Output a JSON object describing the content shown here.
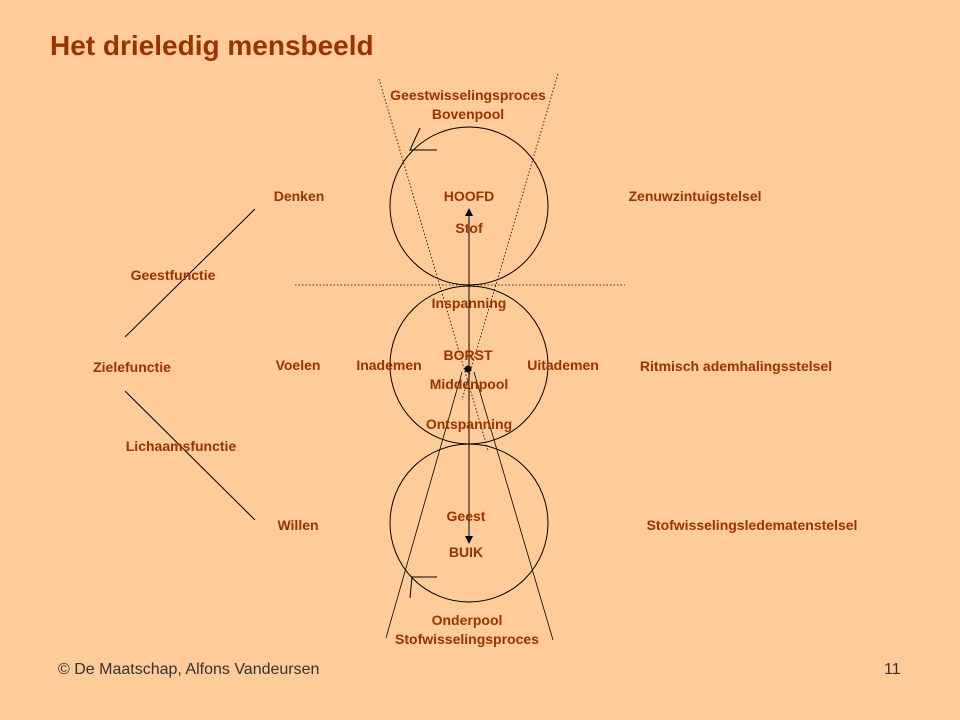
{
  "title": "Het drieledig mensbeeld",
  "labels": {
    "top_process": "Geestwisselingsproces",
    "top_pole": "Bovenpool",
    "denken": "Denken",
    "hoofd": "HOOFD",
    "zenuw": "Zenuwzintuigstelsel",
    "stof": "Stof",
    "geestfunctie": "Geestfunctie",
    "inspanning": "Inspanning",
    "zielefunctie": "Zielefunctie",
    "voelen": "Voelen",
    "inademen": "Inademen",
    "borst": "BORST",
    "uitademen": "Uitademen",
    "ritmisch": "Ritmisch ademhalingsstelsel",
    "middenpool": "Middenpool",
    "ontspanning": "Ontspanning",
    "lichaamsfunctie": "Lichaamsfunctie",
    "willen": "Willen",
    "geest": "Geest",
    "stofwisselingsledematen": "Stofwisselingsledematenstelsel",
    "buik": "BUIK",
    "onderpool": "Onderpool",
    "bottom_process": "Stofwisselingsproces"
  },
  "footer": {
    "copyright": "© De Maatschap, Alfons Vandeursen",
    "page_number": "11"
  },
  "colors": {
    "background": "#FFCC99",
    "text": "#993300",
    "line": "#000000"
  }
}
